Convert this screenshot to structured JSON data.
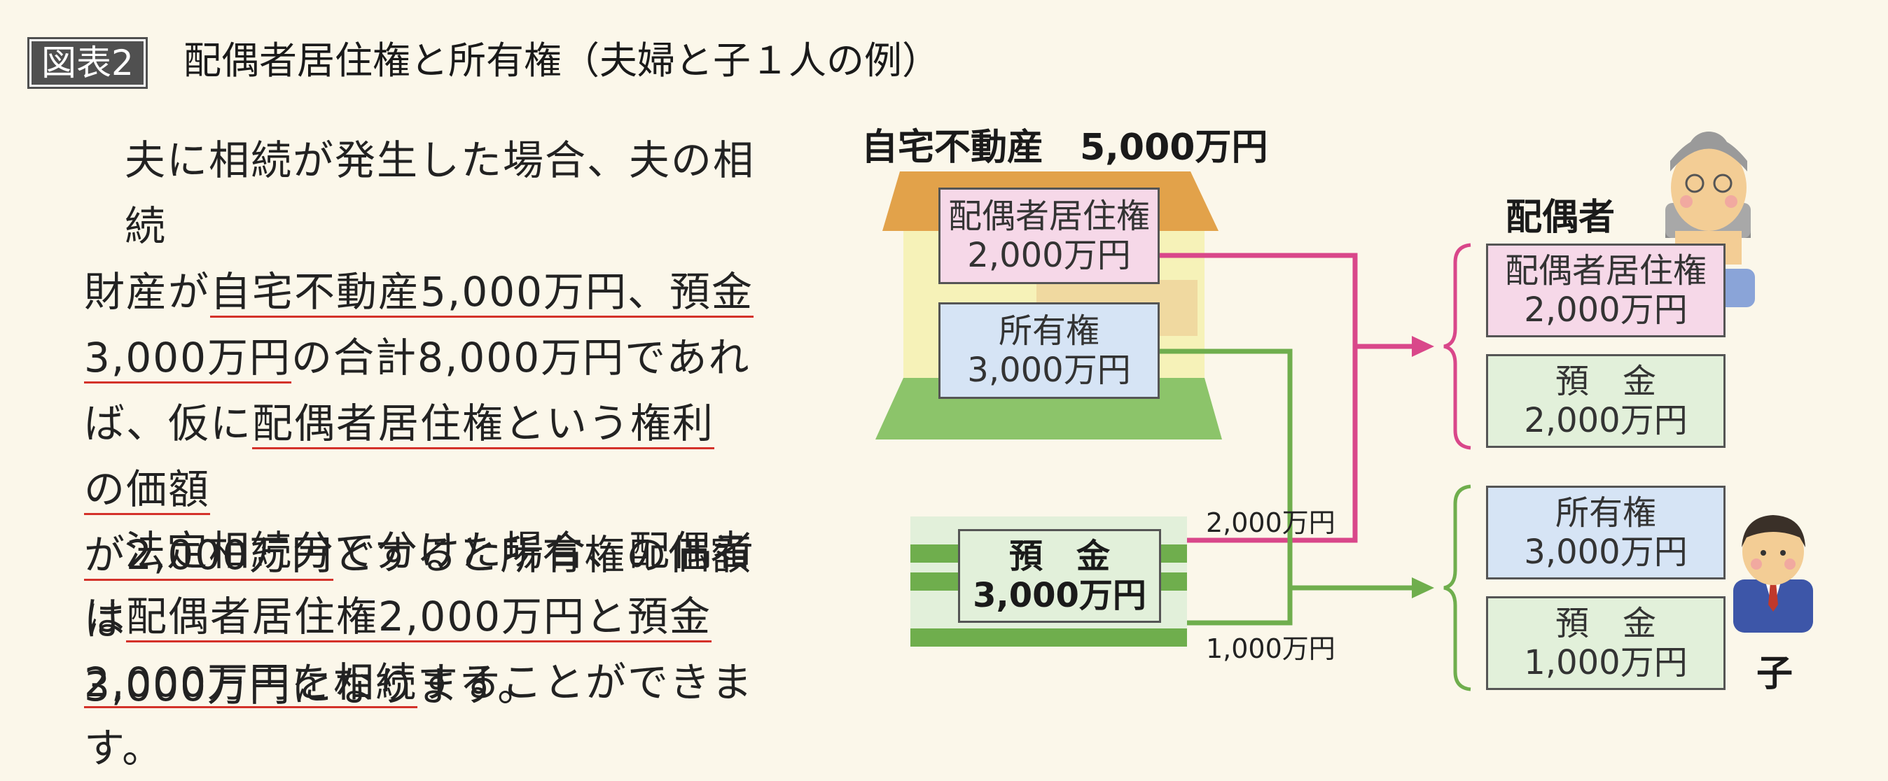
{
  "title": {
    "tag": "図表2",
    "text": "配偶者居住権と所有権（夫婦と子１人の例）"
  },
  "paragraph1": {
    "line1": "夫に相続が発生した場合、夫の相続",
    "line2_a": "財産が",
    "line2_u": "自宅不動産5,000万円、預金",
    "line3_u": "3,000万円",
    "line3_b": "の合計8,000万円であれ",
    "line4_a": "ば、仮に",
    "line4_u": "配偶者居住権という権利の価額",
    "line5_u": "が2,000万円",
    "line5_b": "とすると所有権の価額は",
    "line6": "3,000万円になります。"
  },
  "paragraph2": {
    "line1": "法定相続分で分けた場合、配偶者",
    "line2_a": "は",
    "line2_u": "配偶者居住権2,000万円と預金",
    "line3_u": "2,000万円を相続",
    "line3_b": "することができます。"
  },
  "diagram": {
    "house_heading": "自宅不動産　5,000万円",
    "house_box1": {
      "label": "配偶者居住権",
      "amount": "2,000万円"
    },
    "house_box2": {
      "label": "所有権",
      "amount": "3,000万円"
    },
    "deposit": {
      "label": "預　金",
      "amount": "3,000万円"
    },
    "flow_label_top": "2,000万円",
    "flow_label_bottom": "1,000万円",
    "spouse": {
      "label": "配偶者",
      "box1": {
        "label": "配偶者居住権",
        "amount": "2,000万円"
      },
      "box2": {
        "label": "預　金",
        "amount": "2,000万円"
      }
    },
    "child": {
      "label": "子",
      "box1": {
        "label": "所有権",
        "amount": "3,000万円"
      },
      "box2": {
        "label": "預　金",
        "amount": "1,000万円"
      }
    },
    "colors": {
      "pink_line": "#d9478a",
      "green_line": "#6fae4d",
      "roof": "#e2a24a",
      "grass": "#8cc46a"
    }
  }
}
